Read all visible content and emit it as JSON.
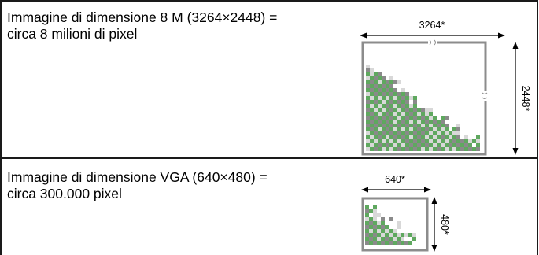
{
  "rows": [
    {
      "line1": "Immagine di dimensione 8 M (3264×2448) =",
      "line2": "circa 8 milioni di pixel",
      "width_label": "3264*",
      "height_label": "2448*"
    },
    {
      "line1": "Immagine di dimensione VGA (640×480) =",
      "line2": "circa 300.000 pixel",
      "width_label": "640*",
      "height_label": "480*"
    }
  ],
  "colors": {
    "frame": "#8c8c8c",
    "pixel_green": "#5fa85f",
    "pixel_gray": "#8a8a8a",
    "pixel_light": "#d8d8d8",
    "pixel_white": "#ffffff"
  }
}
